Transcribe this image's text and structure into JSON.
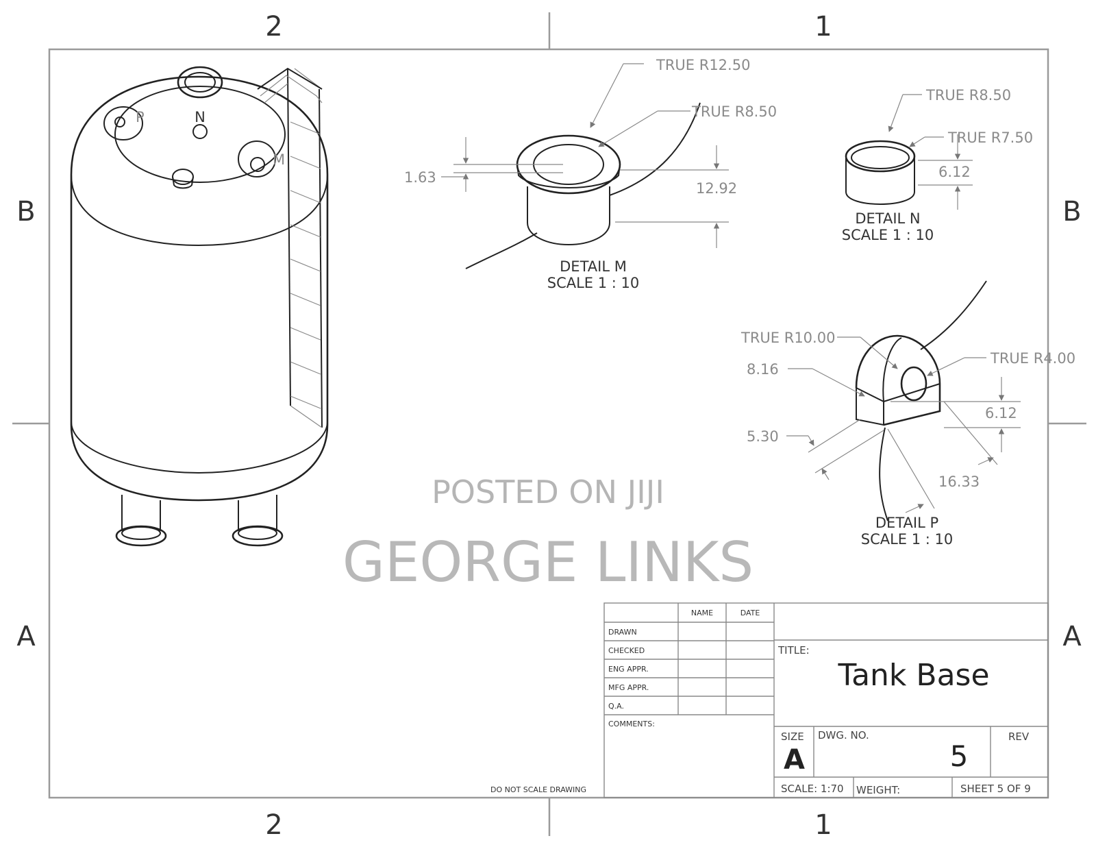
{
  "zones": {
    "top": [
      "2",
      "1"
    ],
    "bottom": [
      "2",
      "1"
    ],
    "left": [
      "B",
      "A"
    ],
    "right": [
      "B",
      "A"
    ]
  },
  "view_labels": {
    "port_n": "N",
    "port_p": "P",
    "port_m": "M"
  },
  "detail_m": {
    "title": "DETAIL M",
    "scale": "SCALE 1 : 10",
    "r_outer": "TRUE R12.50",
    "r_inner": "TRUE R8.50",
    "d_flange": "1.63",
    "d_height": "12.92"
  },
  "detail_n": {
    "title": "DETAIL N",
    "scale": "SCALE 1 : 10",
    "r_outer": "TRUE R8.50",
    "r_inner": "TRUE R7.50",
    "d_height": "6.12"
  },
  "detail_p": {
    "title": "DETAIL P",
    "scale": "SCALE 1 : 10",
    "r_outer": "TRUE R10.00",
    "r_hole": "TRUE R4.00",
    "d_a": "8.16",
    "d_b": "5.30",
    "d_c": "6.12",
    "d_d": "16.33"
  },
  "watermark": {
    "line1": "POSTED ON JIJI",
    "line2": "GEORGE LINKS"
  },
  "title_block": {
    "col_name": "NAME",
    "col_date": "DATE",
    "rows": [
      "DRAWN",
      "CHECKED",
      "ENG APPR.",
      "MFG APPR.",
      "Q.A."
    ],
    "comments": "COMMENTS:",
    "title_label": "TITLE:",
    "title": "Tank Base",
    "size_label": "SIZE",
    "size": "A",
    "dwg_label": "DWG.  NO.",
    "dwg_no": "5",
    "rev_label": "REV",
    "scale": "SCALE: 1:70",
    "weight": "WEIGHT:",
    "sheet": "SHEET 5 OF 9",
    "note": "DO NOT SCALE DRAWING"
  }
}
